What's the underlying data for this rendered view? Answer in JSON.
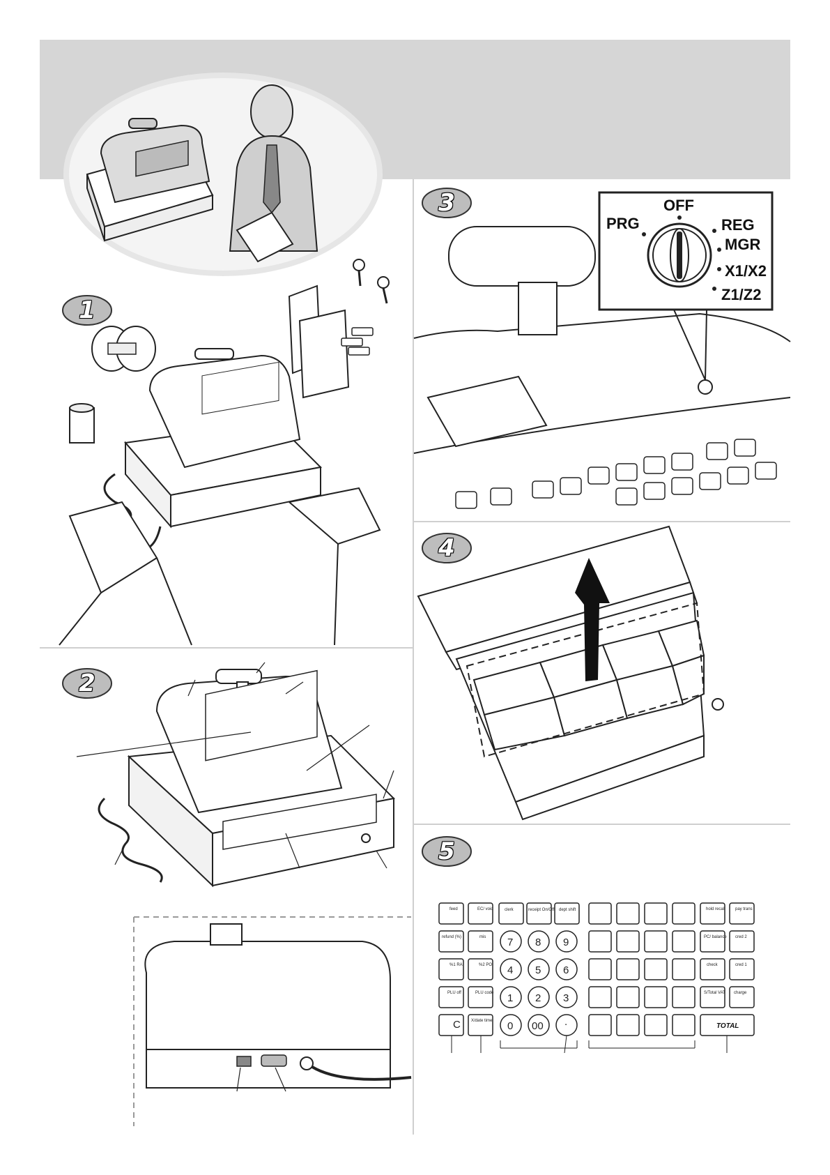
{
  "steps": [
    "1",
    "2",
    "3",
    "4",
    "5"
  ],
  "mode_switch": {
    "positions": [
      "PRG",
      "OFF",
      "REG",
      "MGR",
      "X1/X2",
      "Z1/Z2"
    ]
  },
  "keyboard": {
    "left_keys": [
      {
        "top": "feed",
        "bottom": ""
      },
      {
        "top": "EC/ void",
        "bottom": ""
      },
      {
        "top": "refund (%)",
        "bottom": ""
      },
      {
        "top": "mis",
        "bottom": ""
      },
      {
        "top": "%1 RA",
        "bottom": ""
      },
      {
        "top": "%2 PO",
        "bottom": ""
      },
      {
        "top": "PLU off",
        "bottom": ""
      },
      {
        "top": "PLU code",
        "bottom": ""
      },
      {
        "top": "C",
        "bottom": ""
      },
      {
        "top": "X/date time",
        "bottom": ""
      }
    ],
    "top_function_keys": [
      "clerk",
      "receipt On/Off",
      "dept shift"
    ],
    "numeric_keys": [
      "7",
      "8",
      "9",
      "4",
      "5",
      "6",
      "1",
      "2",
      "3",
      "0",
      "00",
      "."
    ],
    "right_keys": [
      {
        "left": "hold recall",
        "right": "pay trans"
      },
      {
        "left": "PC/ balance",
        "right": "cred 2"
      },
      {
        "left": "check",
        "right": "cred 1"
      },
      {
        "left": "S/Total VAT",
        "right": "charge"
      }
    ],
    "total_label": "TOTAL"
  },
  "colors": {
    "header_band": "#d6d6d6",
    "badge_fill": "#bdbdbd",
    "line": "#222222"
  }
}
